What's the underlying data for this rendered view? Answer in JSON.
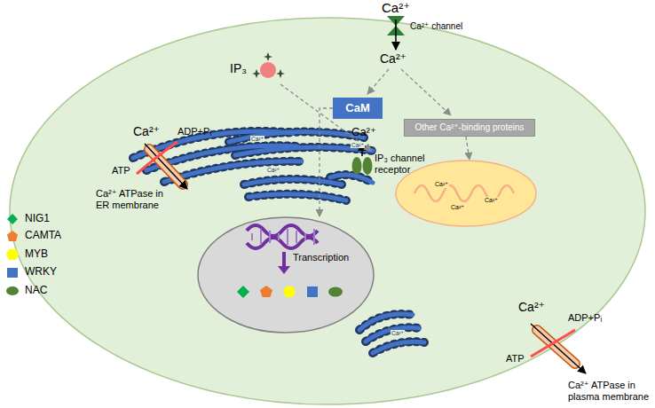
{
  "diagram": {
    "nodes": [
      {
        "text": [
          "IP₃"
        ]
      },
      {
        "text": [
          "CaM"
        ]
      },
      {
        "text": [
          "Other Ca²⁺-binding proteins"
        ]
      },
      {
        "text": [
          "IP₃ channel receptor"
        ]
      },
      {
        "text": [
          "Ca²⁺",
          "Ca²⁺",
          "Ca²⁺"
        ]
      },
      {
        "text": [
          "Transcription"
        ]
      }
    ],
    "edges": [
      {
        "from": 0,
        "to": 3,
        "arrow": "to"
      },
      {
        "from": 1,
        "to": 5,
        "arrow": "to"
      },
      {
        "from": 2,
        "to": 4,
        "arrow": "to"
      }
    ],
    "labels": [
      "Ca²⁺",
      "Ca²⁺ channel",
      "Ca²⁺",
      "Ca²⁺",
      "Ca²⁺",
      "ADP+Pᵢ",
      "ATP",
      "Ca²⁺ ATPase in ER membrane",
      "Ca²⁺",
      "ADP+Pᵢ",
      "ATP",
      "Ca²⁺ ATPase in plasma membrane",
      "Ca²⁺",
      "Ca²⁺",
      "Ca²⁺",
      "Ca²⁺"
    ],
    "legend": [
      {
        "text": "NIG1"
      },
      {
        "text": "CAMTA"
      },
      {
        "text": "MYB"
      },
      {
        "text": "WRKY"
      },
      {
        "text": "NAC"
      }
    ]
  }
}
